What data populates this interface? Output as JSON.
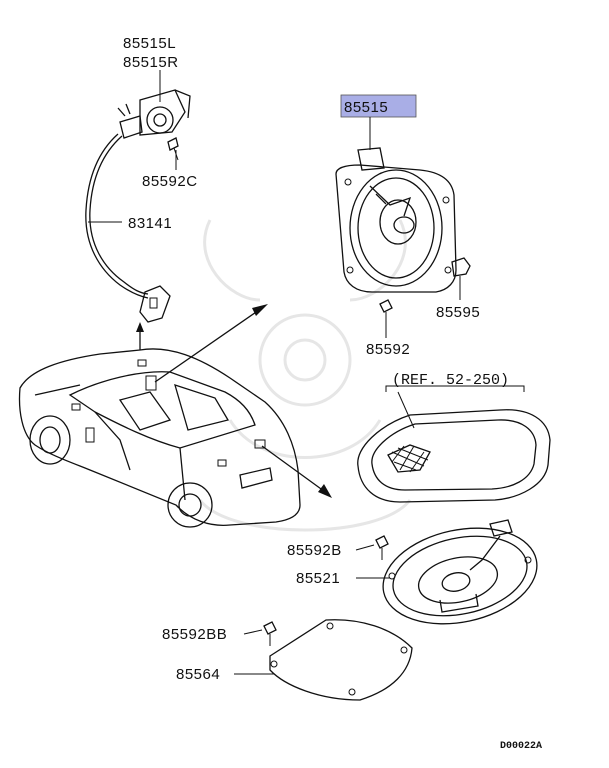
{
  "parts": {
    "p85515L": "85515L",
    "p85515R": "85515R",
    "p85592C": "85592C",
    "p83141": "83141",
    "p85515": "85515",
    "p85595": "85595",
    "p85592": "85592",
    "p85592B": "85592B",
    "p85521": "85521",
    "p85592BB": "85592BB",
    "p85564": "85564"
  },
  "reference": "(REF. 52-250)",
  "diagram_code": "D00022A",
  "highlight_color": "#a9aee6"
}
